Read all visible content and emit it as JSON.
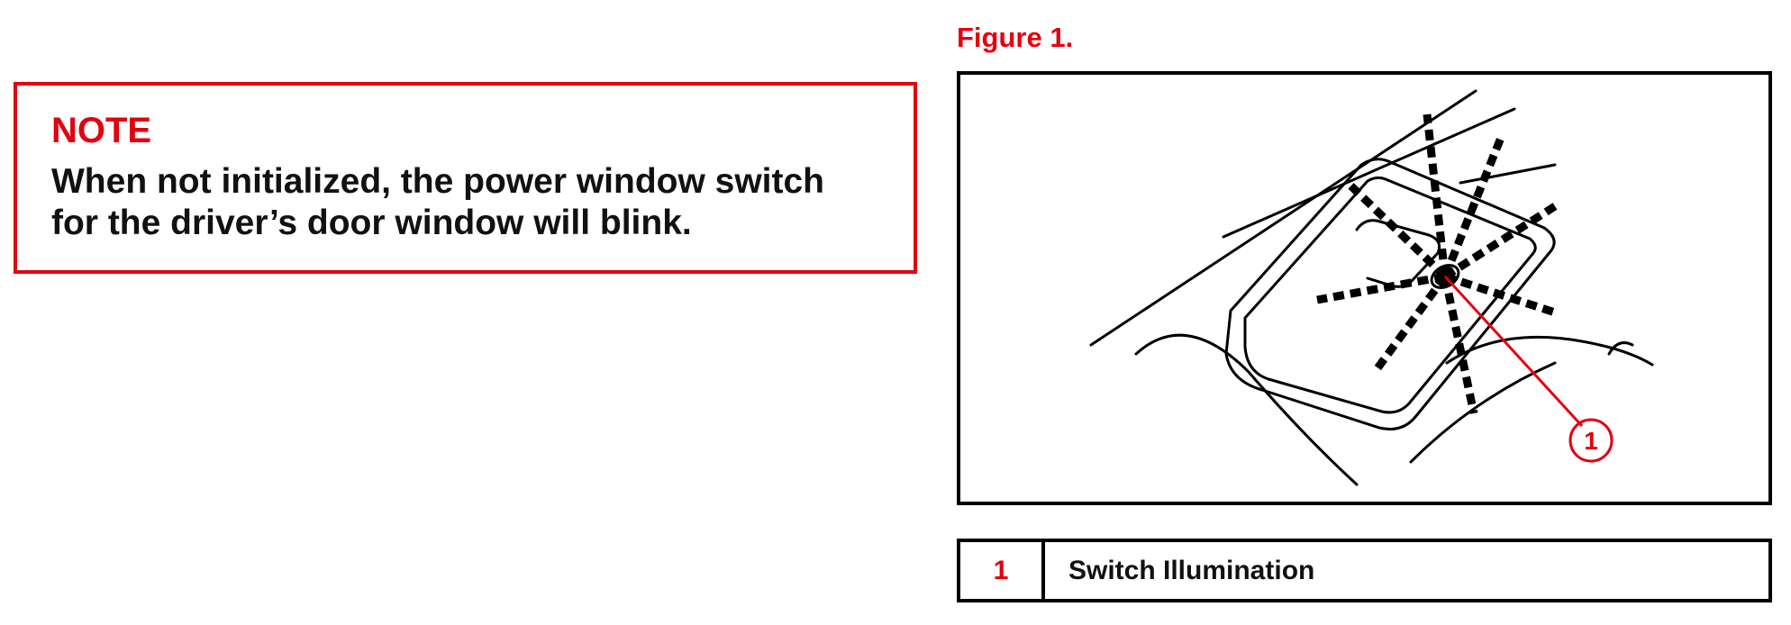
{
  "note": {
    "title": "NOTE",
    "line1": "When not initialized, the power window switch",
    "line2": "for the driver’s door window will blink."
  },
  "figure": {
    "title": "Figure 1.",
    "callout_number": "1",
    "illustration": "power-window-switch-illumination-drawing"
  },
  "legend": {
    "number": "1",
    "label": "Switch Illumination"
  },
  "colors": {
    "accent_red": "#e3000f",
    "text": "#111111",
    "border": "#000000"
  }
}
